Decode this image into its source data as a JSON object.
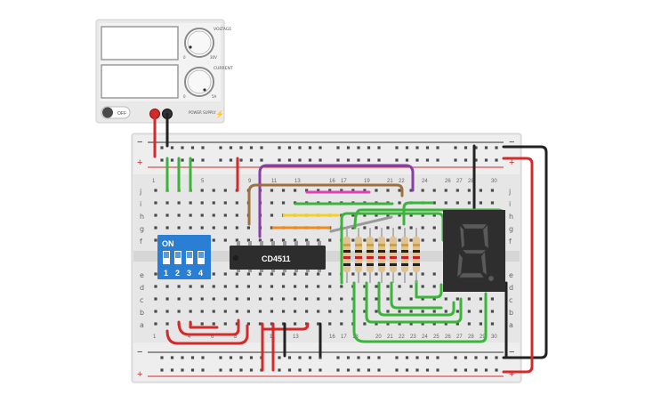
{
  "power_supply": {
    "toggle_label": "OFF",
    "knob_voltage_label": "VOLTAGE",
    "knob_current_label": "CURRENT",
    "brand_text": "POWER SUPPLY",
    "knob_voltage_min": "0",
    "knob_voltage_max": "30V",
    "knob_current_min": "0",
    "knob_current_max": "5A"
  },
  "breadboard": {
    "rail_minus_label": "−",
    "rail_plus_label": "+",
    "row_letters_top": [
      "j",
      "i",
      "h",
      "g",
      "f"
    ],
    "row_letters_bottom": [
      "e",
      "d",
      "c",
      "b",
      "a"
    ],
    "column_numbers_top": [
      "1",
      "5",
      "9",
      "11",
      "13",
      "16",
      "17",
      "19",
      "21",
      "22",
      "24",
      "26",
      "27",
      "28",
      "30"
    ],
    "column_numbers_bottom": [
      "1",
      "4",
      "6",
      "8",
      "11",
      "13",
      "16",
      "17",
      "18",
      "20",
      "21",
      "22",
      "23",
      "24",
      "25",
      "26",
      "27",
      "28",
      "29",
      "30"
    ]
  },
  "dip_switch": {
    "on_label": "ON",
    "switch_numbers": [
      "1",
      "2",
      "3",
      "4"
    ]
  },
  "ic": {
    "label": "CD4511"
  },
  "seven_segment": {
    "digit": "2.",
    "icon": "seven-segment-display-icon"
  },
  "colors": {
    "wire_red": "#d42a2a",
    "wire_black": "#222222",
    "wire_green": "#3ab53a",
    "wire_purple": "#8a3ca8",
    "wire_brown": "#a0703c",
    "wire_pink": "#e040b8",
    "wire_yellow": "#f2d21e",
    "wire_orange": "#f08a1e",
    "wire_gray": "#9a9a9a",
    "dip_blue": "#2a7fd4"
  }
}
